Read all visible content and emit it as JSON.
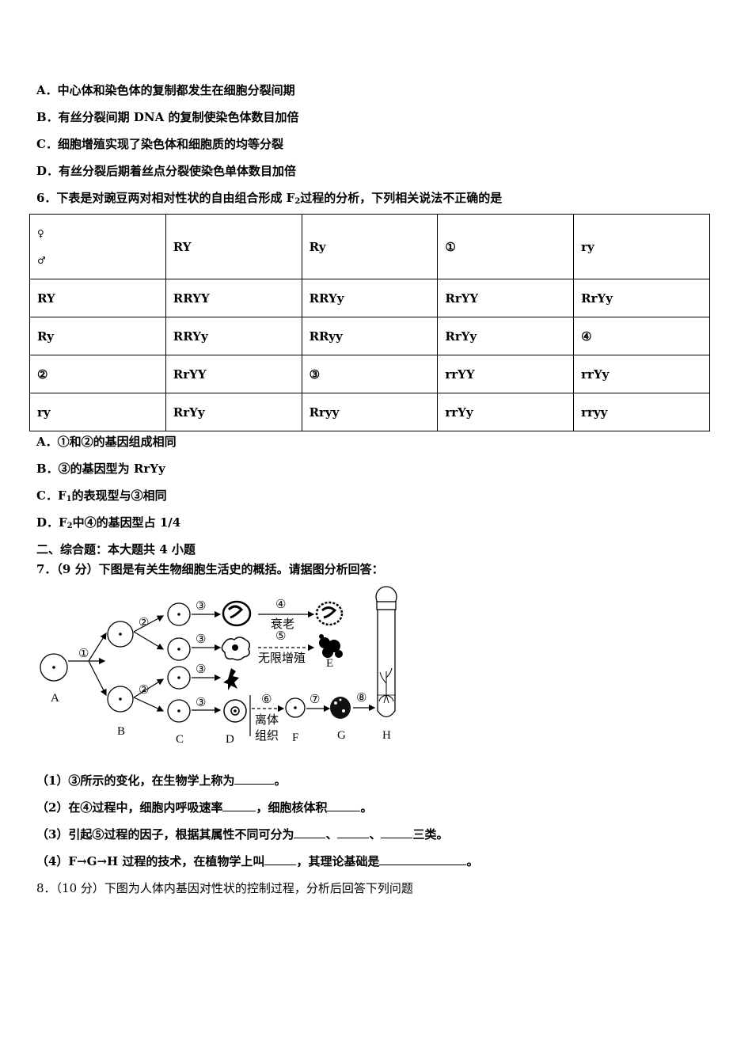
{
  "q5_options": [
    "A．中心体和染色体的复制都发生在细胞分裂间期",
    "B．有丝分裂间期 DNA 的复制使染色体数目加倍",
    "C．细胞增殖实现了染色体和细胞质的均等分裂",
    "D．有丝分裂后期着丝点分裂使染色单体数目加倍"
  ],
  "q6": {
    "stem_prefix": "6．下表是对豌豆两对相对性状的自由组合形成 F",
    "stem_sub": "2",
    "stem_suffix": "过程的分析，下列相关说法不正确的是",
    "female_symbol": "♀",
    "male_symbol": "♂",
    "header": [
      "RY",
      "Ry",
      "①",
      "ry"
    ],
    "rows": [
      [
        "RY",
        "RRYY",
        "RRYy",
        "RrYY",
        "RrYy"
      ],
      [
        "Ry",
        "RRYy",
        "RRyy",
        "RrYy",
        "④"
      ],
      [
        "②",
        "RrYY",
        "③",
        "rrYY",
        "rrYy"
      ],
      [
        "ry",
        "RrYy",
        "Rryy",
        "rrYy",
        "rryy"
      ]
    ],
    "optA": "A．①和②的基因组成相同",
    "optB": "B．③的基因型为 RrYy",
    "optC_prefix": "C．F",
    "optC_sub": "1",
    "optC_suffix": "的表现型与③相同",
    "optD_prefix": "D．F",
    "optD_sub": "2",
    "optD_suffix": "中④的基因型占 1/4"
  },
  "section2": "二、综合题：本大题共 4 小题",
  "q7": {
    "stem": "7．（9 分）下图是有关生物细胞生活史的概括。请据图分析回答：",
    "diagram": {
      "labels": [
        "A",
        "B",
        "C",
        "D",
        "E",
        "F",
        "G",
        "H"
      ],
      "steps": [
        "①",
        "②",
        "②",
        "③",
        "③",
        "③",
        "③",
        "④",
        "⑤",
        "⑥",
        "⑦",
        "⑧"
      ],
      "aging": "衰老",
      "unlimited": "无限增殖",
      "isolated_line1": "离体",
      "isolated_line2": "组织"
    },
    "q1_prefix": "（1）③所示的变化，在生物学上称为",
    "q1_suffix": "。",
    "q2_prefix": "（2）在④过程中，细胞内呼吸速率",
    "q2_mid": "，细胞核体积",
    "q2_suffix": "。",
    "q3_prefix": "（3）引起⑤过程的因子，根据其属性不同可分为",
    "q3_sep1": "、",
    "q3_sep2": "、",
    "q3_suffix": "三类。",
    "q4_prefix": "（4）F→G→H 过程的技术，在植物学上叫",
    "q4_mid": "，其理论基础是",
    "q4_suffix": "。"
  },
  "q8": {
    "stem": "8．（10 分）下图为人体内基因对性状的控制过程，分析后回答下列问题"
  }
}
